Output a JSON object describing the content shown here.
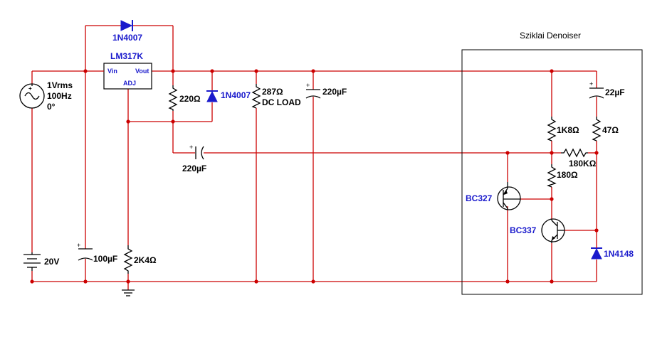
{
  "subcircuit": {
    "title": "Sziklai Denoiser"
  },
  "source": {
    "line1": "1Vrms",
    "line2": "100Hz",
    "line3": "0°"
  },
  "battery": {
    "label": "20V"
  },
  "regulator": {
    "name": "LM317K",
    "pin_in": "Vin",
    "pin_out": "Vout",
    "pin_adj": "ADJ"
  },
  "components": {
    "d_top": "1N4007",
    "d_mid": "1N4007",
    "d_bottom": "1N4148",
    "r_220": "220Ω",
    "r_2k4": "2K4Ω",
    "r_load": "287Ω",
    "r_load_note": "DC LOAD",
    "c_in": "100µF",
    "c_bulk": "220µF",
    "c_couple": "220µF",
    "c_22": "22µF",
    "r_1k8": "1K8Ω",
    "r_47": "47Ω",
    "r_180k": "180KΩ",
    "r_180": "180Ω",
    "q_pnp": "BC327",
    "q_npn": "BC337"
  },
  "colors": {
    "wire": "#cc0000",
    "part_label": "#1a1acc",
    "symbol": "#000000"
  }
}
